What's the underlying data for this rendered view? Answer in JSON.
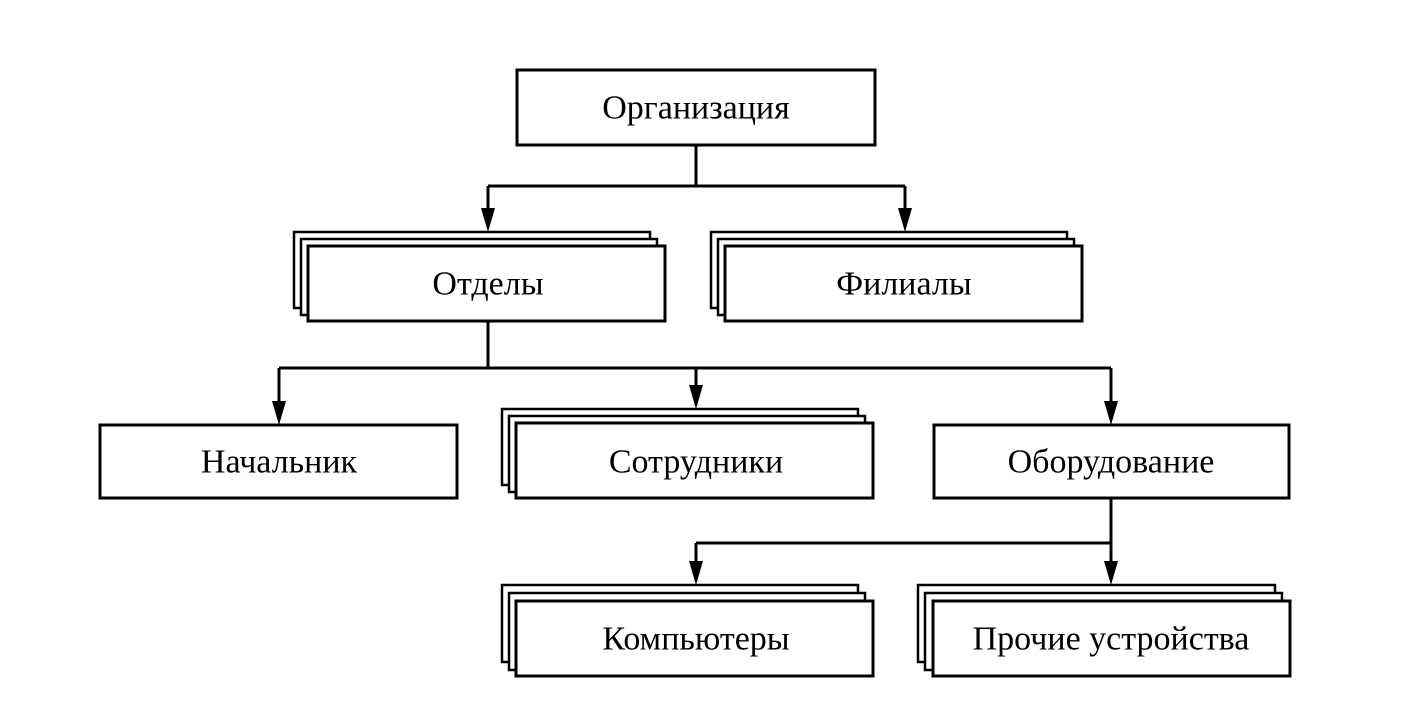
{
  "diagram": {
    "nodes": {
      "organization": {
        "label": "Организация",
        "stacked": false
      },
      "departments": {
        "label": "Отделы",
        "stacked": true
      },
      "branches": {
        "label": "Филиалы",
        "stacked": true
      },
      "head": {
        "label": "Начальник",
        "stacked": false
      },
      "employees": {
        "label": "Сотрудники",
        "stacked": true
      },
      "equipment": {
        "label": "Оборудование",
        "stacked": false
      },
      "computers": {
        "label": "Компьютеры",
        "stacked": true
      },
      "other_devices": {
        "label": "Прочие устройства",
        "stacked": true
      }
    },
    "edges": [
      {
        "from": "organization",
        "to": "departments"
      },
      {
        "from": "organization",
        "to": "branches"
      },
      {
        "from": "departments",
        "to": "head"
      },
      {
        "from": "departments",
        "to": "employees"
      },
      {
        "from": "departments",
        "to": "equipment"
      },
      {
        "from": "equipment",
        "to": "computers"
      },
      {
        "from": "equipment",
        "to": "other_devices"
      }
    ]
  }
}
